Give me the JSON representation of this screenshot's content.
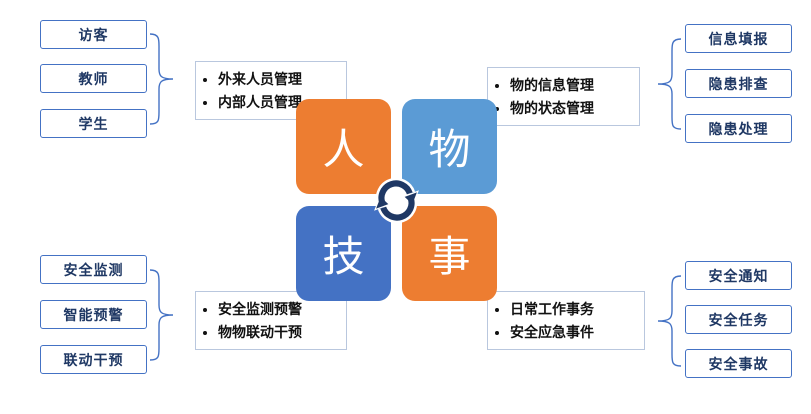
{
  "diagram": {
    "center": {
      "quadrants": [
        {
          "id": "people",
          "label": "人",
          "color": "#ED7D31"
        },
        {
          "id": "things",
          "label": "物",
          "color": "#5B9BD5"
        },
        {
          "id": "tech",
          "label": "技",
          "color": "#4472C4"
        },
        {
          "id": "events",
          "label": "事",
          "color": "#ED7D31"
        }
      ],
      "cycle_icon": "cycle-arrows-icon",
      "cycle_color": "#1F3864"
    },
    "groups": [
      {
        "position": "top-left",
        "items": [
          "访客",
          "教师",
          "学生"
        ],
        "bullets": [
          "外来人员管理",
          "内部人员管理"
        ]
      },
      {
        "position": "top-right",
        "items": [
          "信息填报",
          "隐患排查",
          "隐患处理"
        ],
        "bullets": [
          "物的信息管理",
          "物的状态管理"
        ]
      },
      {
        "position": "bottom-left",
        "items": [
          "安全监测",
          "智能预警",
          "联动干预"
        ],
        "bullets": [
          "安全监测预警",
          "物物联动干预"
        ]
      },
      {
        "position": "bottom-right",
        "items": [
          "安全通知",
          "安全任务",
          "安全事故"
        ],
        "bullets": [
          "日常工作事务",
          "安全应急事件"
        ]
      }
    ],
    "colors": {
      "item_border": "#4472C4",
      "item_text": "#1F3864",
      "bullet_box_border": "#B9C7DE",
      "bullet_text": "#111111",
      "brace_line": "#4472C4",
      "orange": "#ED7D31",
      "light_blue": "#5B9BD5",
      "medium_blue": "#4472C4",
      "navy": "#1F3864"
    }
  }
}
